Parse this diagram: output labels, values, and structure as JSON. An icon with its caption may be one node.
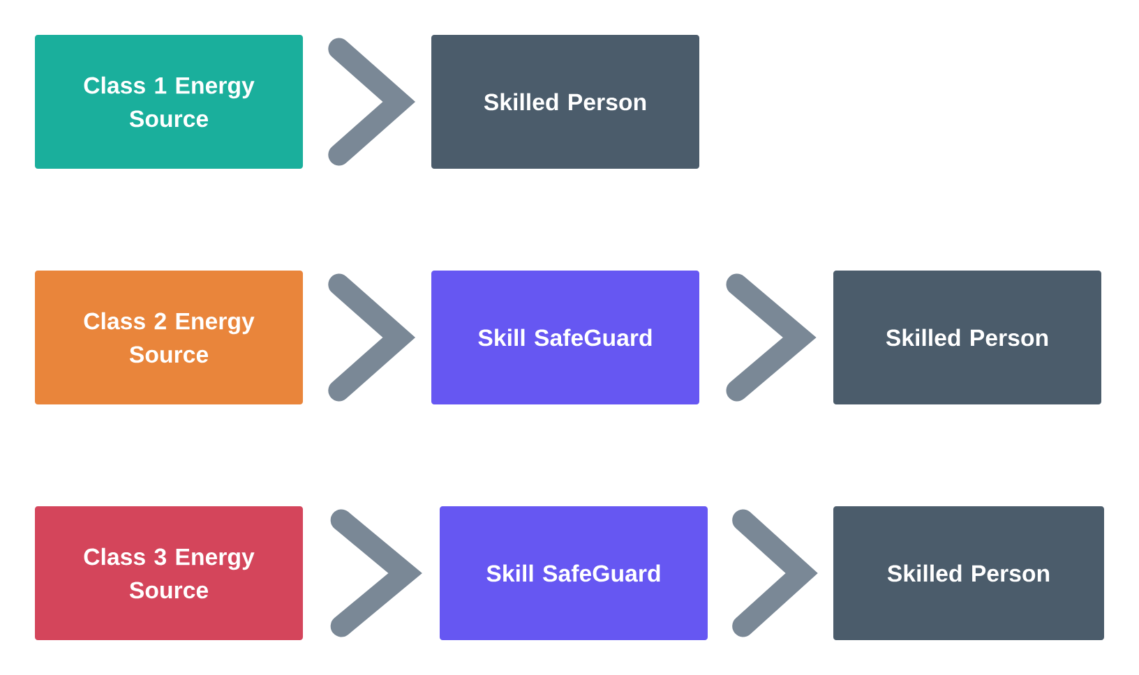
{
  "diagram": {
    "nodes": [
      {
        "text": [
          "Class 1 Energy Source"
        ]
      },
      {
        "text": [
          "Skilled Person"
        ]
      },
      {
        "text": [
          "Class 2 Energy Source"
        ]
      },
      {
        "text": [
          "Skill SafeGuard"
        ]
      },
      {
        "text": [
          "Skilled Person"
        ]
      },
      {
        "text": [
          "Class 3 Energy Source"
        ]
      },
      {
        "text": [
          "Skill SafeGuard"
        ]
      },
      {
        "text": [
          "Skilled Person"
        ]
      }
    ],
    "edges": [
      {
        "from": 0,
        "to": 1,
        "arrow": "to"
      },
      {
        "from": 2,
        "to": 3,
        "arrow": "to"
      },
      {
        "from": 3,
        "to": 4,
        "arrow": "to"
      },
      {
        "from": 5,
        "to": 6,
        "arrow": "to"
      },
      {
        "from": 6,
        "to": 7,
        "arrow": "to"
      }
    ]
  }
}
